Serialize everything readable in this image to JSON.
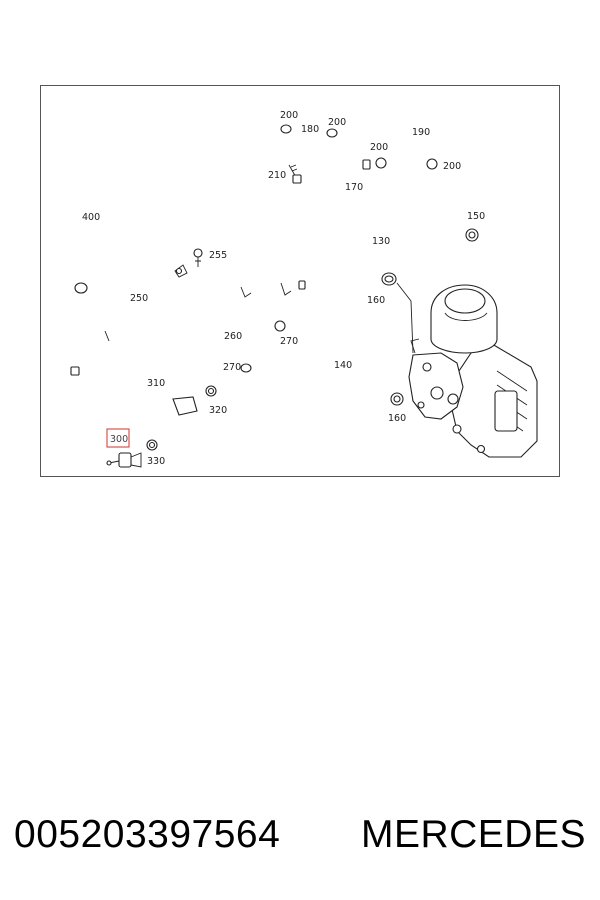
{
  "diagram": {
    "highlighted_part": "300",
    "labels": {
      "l200a": "200",
      "l180": "180",
      "l200b": "200",
      "l200c": "200",
      "l190": "190",
      "l200d": "200",
      "l210": "210",
      "l170": "170",
      "l400": "400",
      "l150": "150",
      "l130": "130",
      "l255": "255",
      "l250": "250",
      "l160a": "160",
      "l260": "260",
      "l270a": "270",
      "l270b": "270",
      "l140": "140",
      "l310": "310",
      "l320": "320",
      "l160b": "160",
      "l300": "300",
      "l330": "330"
    }
  },
  "footer": {
    "part_number": "005203397564",
    "brand": "MERCEDES"
  },
  "colors": {
    "highlight": "#d9534f",
    "line": "#222222"
  }
}
